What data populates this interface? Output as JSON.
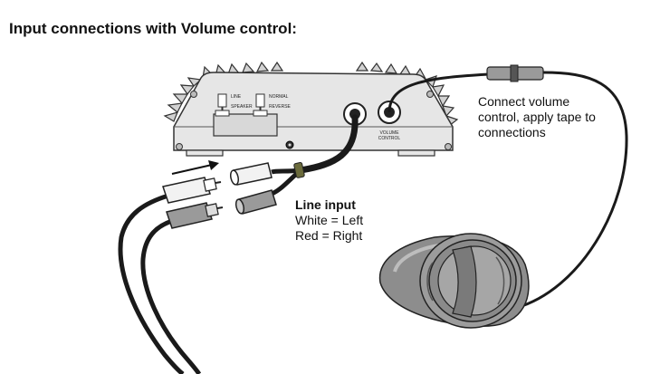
{
  "title": "Input connections with Volume control:",
  "amp": {
    "switch1_top": "LINE",
    "switch1_bottom": "SPEAKER",
    "switch2_top": "NORMAL",
    "switch2_bottom": "REVERSE",
    "volume_label_line1": "VOLUME",
    "volume_label_line2": "CONTROL"
  },
  "notes": {
    "volume": "Connect volume control, apply tape to connections",
    "line_input_heading": "Line input",
    "line_input_left": "White = Left",
    "line_input_right": "Red = Right"
  },
  "colors": {
    "amp_body": "#e6e6e6",
    "amp_fin": "#d2d2d2",
    "cable": "#1a1a1a",
    "plug_white": "#f2f2f2",
    "plug_red": "#9a9a9a",
    "knob_body": "#8d8d8d",
    "tape": "#6b6b3c"
  }
}
